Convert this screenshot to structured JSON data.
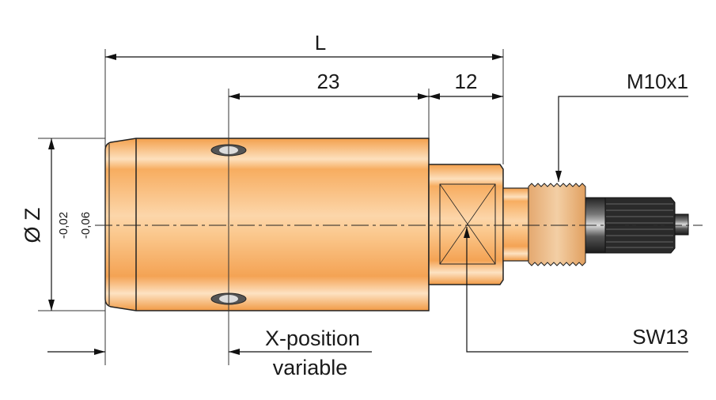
{
  "dimensions": {
    "length": "L",
    "body_offset": "23",
    "hex_length": "12",
    "thread": "M10x1",
    "wrench_size": "SW13",
    "diameter": "Ø Z",
    "tol_upper": "-0,02",
    "tol_lower": "-0,06",
    "x_position_line1": "X-position",
    "x_position_line2": "variable"
  },
  "colors": {
    "body": "#f5a24e",
    "thread": "#e9b07a",
    "knurl": "#2a2a2a"
  }
}
